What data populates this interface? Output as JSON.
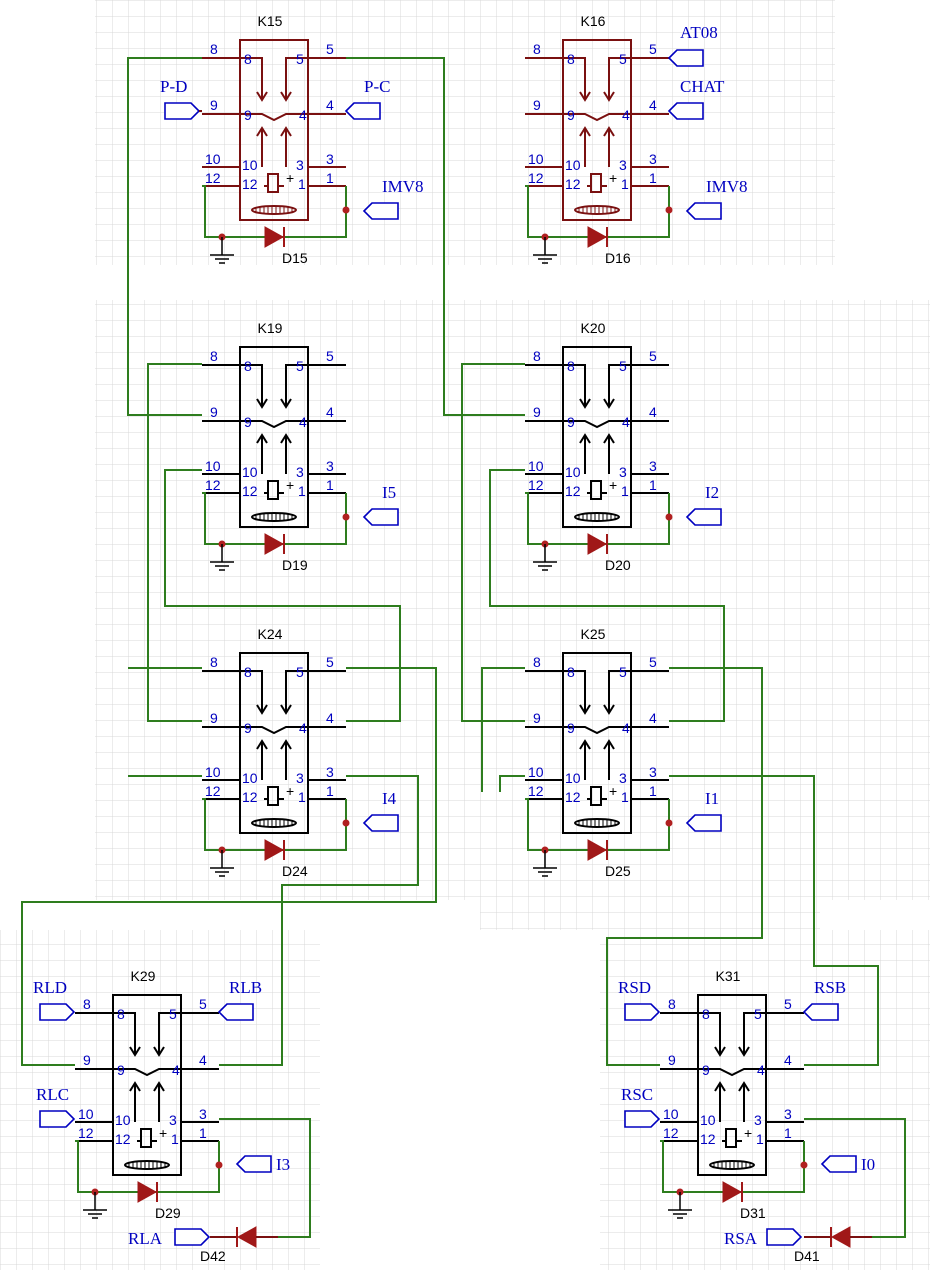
{
  "diagram": {
    "relays": [
      {
        "id": "K15",
        "style": "red",
        "diode": "D15"
      },
      {
        "id": "K16",
        "style": "red",
        "diode": "D16"
      },
      {
        "id": "K19",
        "style": "black",
        "diode": "D19"
      },
      {
        "id": "K20",
        "style": "black",
        "diode": "D20"
      },
      {
        "id": "K24",
        "style": "black",
        "diode": "D24"
      },
      {
        "id": "K25",
        "style": "black",
        "diode": "D25"
      },
      {
        "id": "K29",
        "style": "black",
        "diode": "D29"
      },
      {
        "id": "K31",
        "style": "black",
        "diode": "D31"
      }
    ],
    "pin_labels": {
      "left_top": "8",
      "left_mid": "9",
      "left_low": "10",
      "left_bot": "12",
      "right_top": "5",
      "right_mid": "4",
      "right_low": "3",
      "right_bot": "1"
    },
    "coil_plus": "+",
    "nets": {
      "K15_left": "P-D",
      "K15_right": "P-C",
      "K15_coil": "IMV8",
      "K16_top": "AT08",
      "K16_mid": "CHAT",
      "K16_coil": "IMV8",
      "K19_coil": "I5",
      "K20_coil": "I2",
      "K24_coil": "I4",
      "K25_coil": "I1",
      "K29_8": "RLD",
      "K29_5": "RLB",
      "K29_10": "RLC",
      "K29_coil": "I3",
      "K29_out": "RLA",
      "K31_8": "RSD",
      "K31_5": "RSB",
      "K31_10": "RSC",
      "K31_coil": "I0",
      "K31_out": "RSA"
    },
    "extra_diodes": {
      "left": "D42",
      "right": "D41"
    },
    "colors": {
      "wire": "#2e7d1e",
      "relay_red": "#7a1010",
      "relay_black": "#000000",
      "pin_text": "#0000c0",
      "net_text": "#0000c0",
      "grid": "#d8d8d8"
    }
  }
}
